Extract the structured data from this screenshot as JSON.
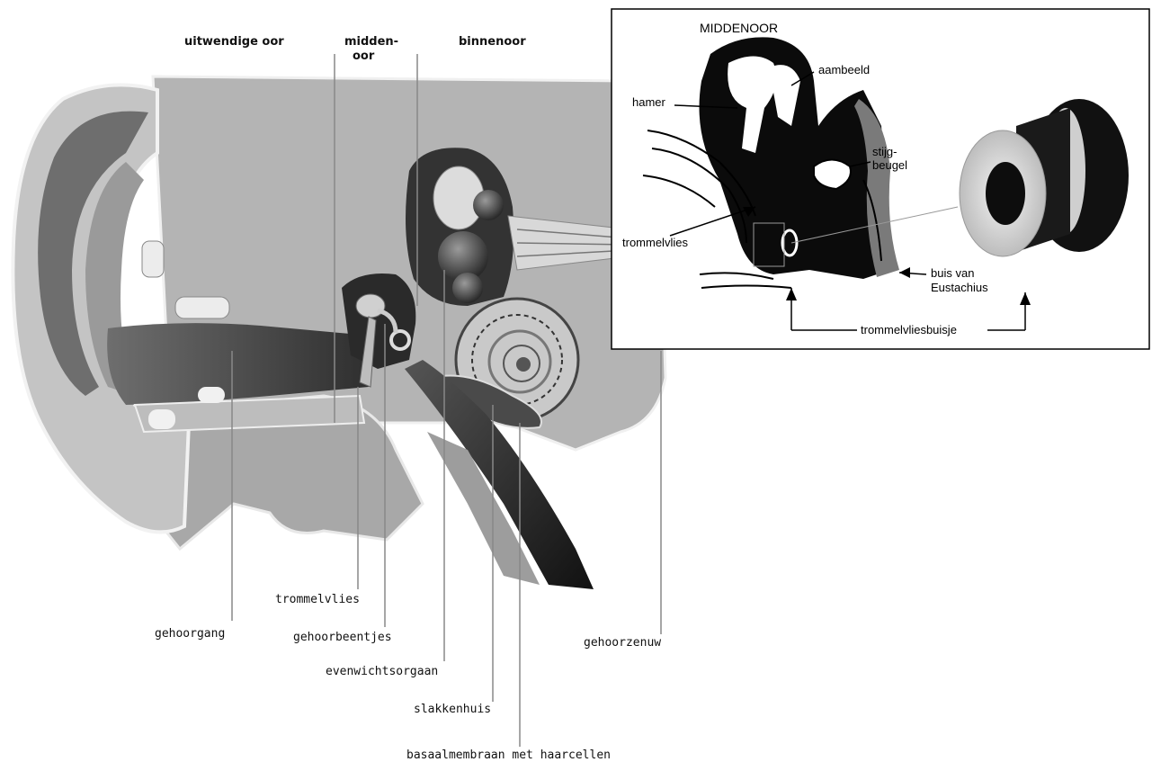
{
  "main_diagram": {
    "section_labels": {
      "outer": "uitwendige oor",
      "middle_line1": "midden-",
      "middle_line2": "oor",
      "inner": "binnenoor"
    },
    "part_labels": {
      "trommelvlies": "trommelvlies",
      "gehoorgang": "gehoorgang",
      "gehoorbeentjes": "gehoorbeentjes",
      "gehoorzenuw": "gehoorzenuw",
      "evenwichtsorgaan": "evenwichtsorgaan",
      "slakkenhuis": "slakkenhuis",
      "basaalmembraan": "basaalmembraan met haarcellen"
    }
  },
  "inset": {
    "title": "MIDDENOOR",
    "labels": {
      "hamer": "hamer",
      "aambeeld": "aambeeld",
      "stijgbeugel_line1": "stijg-",
      "stijgbeugel_line2": "beugel",
      "trommelvlies": "trommelvlies",
      "buis_line1": "buis van",
      "buis_line2": "Eustachius",
      "trommelvliesbuisje": "trommelvliesbuisje"
    }
  },
  "colors": {
    "tissue_light": "#b9b9b9",
    "tissue_mid": "#8f8f8f",
    "tissue_dark": "#3a3a3a",
    "bone": "#a5a5a5",
    "inset_border": "#000000"
  }
}
